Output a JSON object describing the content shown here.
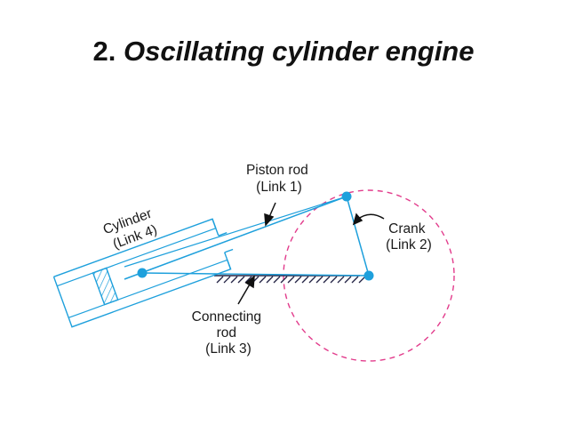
{
  "slide": {
    "title_number": "2.",
    "title_text": "Oscillating cylinder engine"
  },
  "diagram": {
    "labels": {
      "piston_rod": [
        "Piston rod",
        "(Link 1)"
      ],
      "cylinder": [
        "Cylinder",
        "(Link 4)"
      ],
      "crank": [
        "Crank",
        "(Link 2)"
      ],
      "connecting_rod": [
        "Connecting",
        "rod",
        "(Link 3)"
      ]
    },
    "colors": {
      "link": "#1ea0dc",
      "circle": "#e23c8c",
      "ground": "#222244",
      "text": "#1a1a1a"
    }
  }
}
